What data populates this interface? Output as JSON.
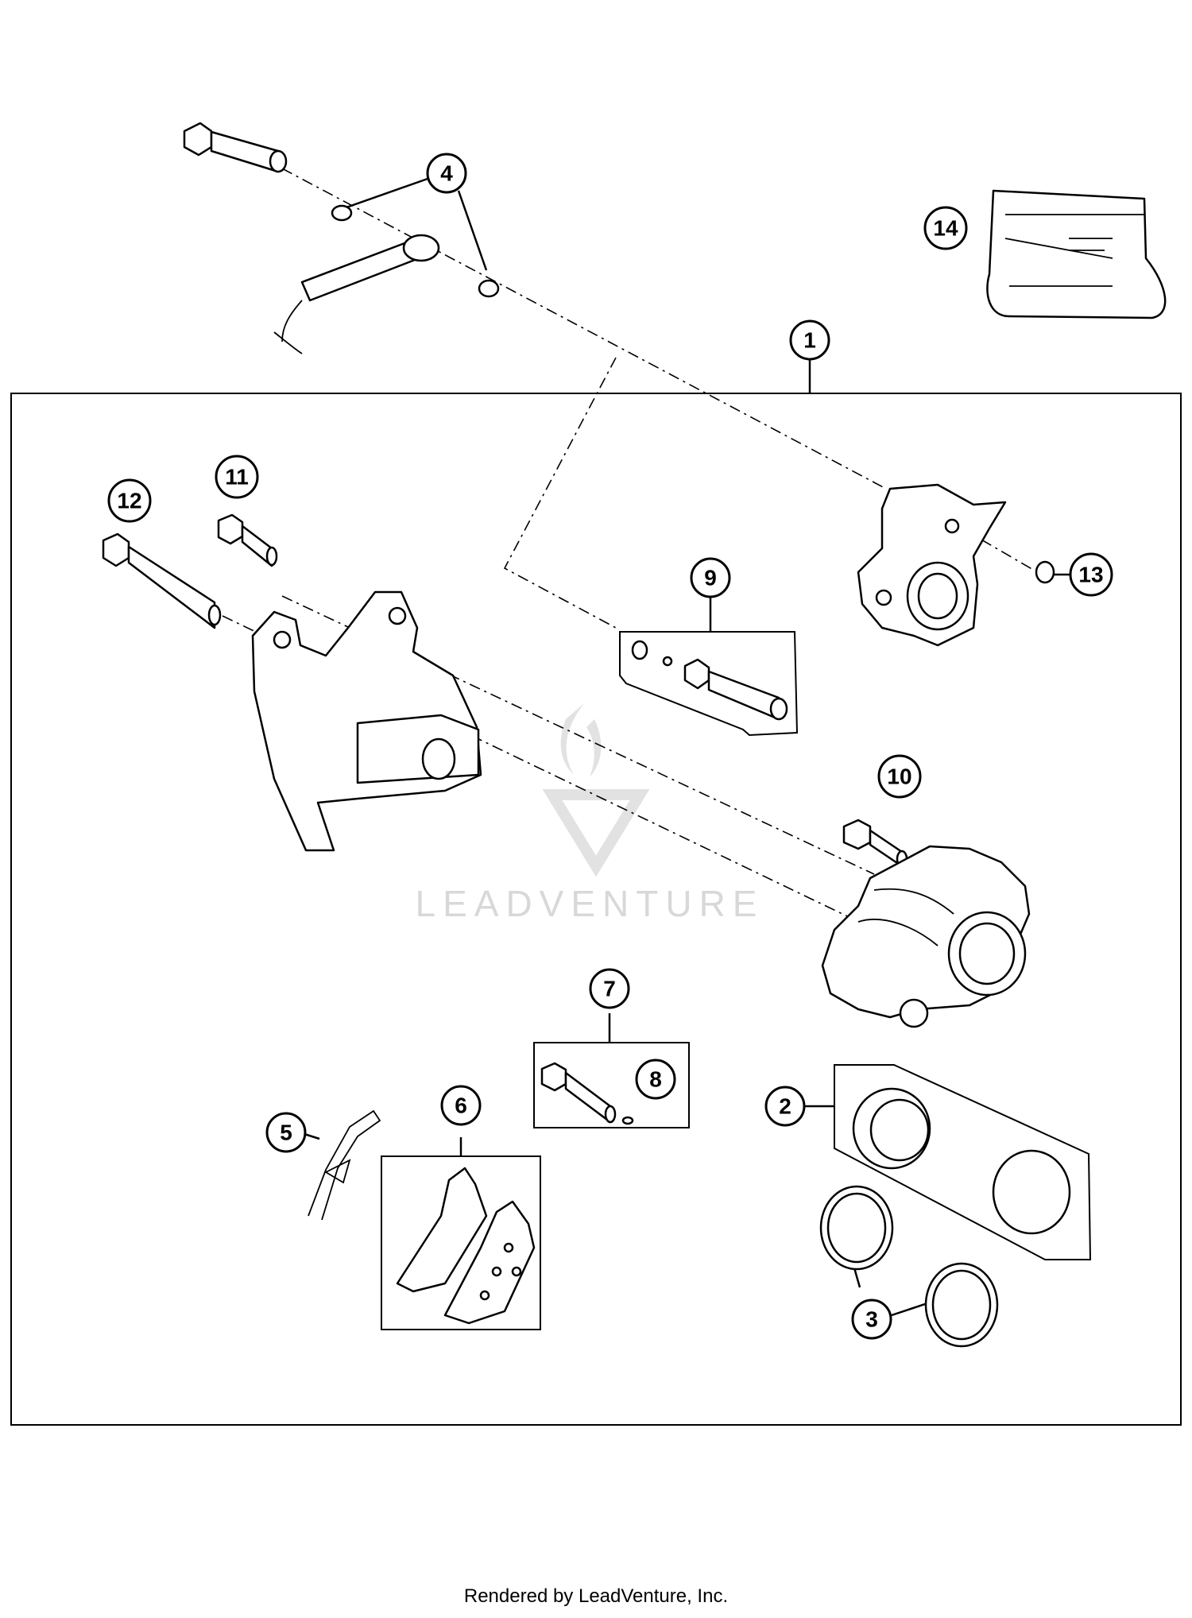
{
  "callouts": {
    "c1": "1",
    "c2": "2",
    "c3": "3",
    "c4": "4",
    "c5": "5",
    "c6": "6",
    "c7": "7",
    "c8": "8",
    "c9": "9",
    "c10": "10",
    "c11": "11",
    "c12": "12",
    "c13": "13",
    "c14": "14"
  },
  "watermark": {
    "brand": "LEADVENTURE",
    "icon": "leadventure-logo-icon"
  },
  "footer": {
    "text": "Rendered by LeadVenture, Inc."
  },
  "colors": {
    "line": "#000000",
    "background": "#ffffff",
    "watermark": "#d8d8d8"
  }
}
